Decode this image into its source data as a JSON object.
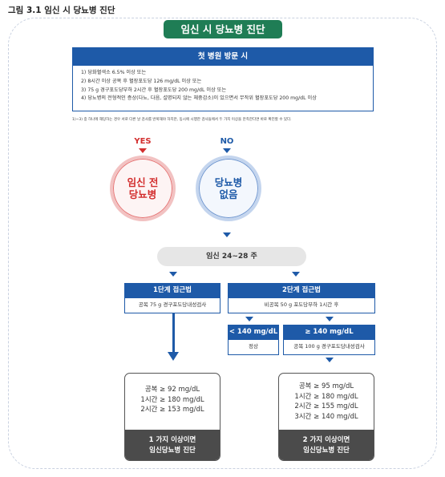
{
  "figure": {
    "label": "그림 3.1   임신 시 당뇨병 진단"
  },
  "title": "임신 시 당뇨병 진단",
  "first_visit": {
    "heading": "첫 병원 방문 시",
    "criteria": [
      "1) 당화혈색소 6.5% 이상 또는",
      "2) 8시간 이상 공복 후 혈장포도당 126 mg/dL 이상 또는",
      "3) 75 g 경구포도당부하 2시간 후 혈장포도당 200 mg/dL 이상 또는",
      "4) 당뇨병의 전형적인 증상(다뇨, 다음, 설명되지 않는 체중감소)이 있으면서 무작위 혈장포도당 200 mg/dL 이상"
    ],
    "footnote": "1)~3) 중 하나에 해당하는 경우 서로 다른 날 검사를 반복해야 하지만, 동시에 시행한 검사들에서 두 가지 이상을 만족한다면 바로 확진할 수 있다."
  },
  "branches": {
    "yes_label": "YES",
    "no_label": "NO",
    "yes_result": [
      "임신 전",
      "당뇨병"
    ],
    "no_result": [
      "당뇨병",
      "없음"
    ]
  },
  "screening_period": "임신 24~28 주",
  "one_step": {
    "heading": "1단계 접근법",
    "subtitle": "공복 75 g 경구포도당내성검사",
    "criteria": [
      "공복 ≥ 92 mg/dL",
      "1시간 ≥ 180 mg/dL",
      "2시간 ≥ 153 mg/dL"
    ],
    "conclusion": [
      "1 가지 이상이면",
      "임신당뇨병 진단"
    ]
  },
  "two_step": {
    "heading": "2단계 접근법",
    "subtitle": "비공복 50 g 포도당부하 1시간 후",
    "low": {
      "heading": "< 140 mg/dL",
      "result": "정상"
    },
    "high": {
      "heading": "≥ 140 mg/dL",
      "result": "공복 100 g 경구포도당내성검사"
    },
    "criteria": [
      "공복 ≥ 95 mg/dL",
      "1시간 ≥ 180 mg/dL",
      "2시간 ≥ 155 mg/dL",
      "3시간 ≥ 140 mg/dL"
    ],
    "conclusion": [
      "2 가지 이상이면",
      "임신당뇨병 진단"
    ]
  },
  "colors": {
    "primary_blue": "#1e5aa8",
    "title_green": "#1f7d55",
    "alert_red": "#d32f2f",
    "conclusion_gray": "#4b4b4b"
  }
}
